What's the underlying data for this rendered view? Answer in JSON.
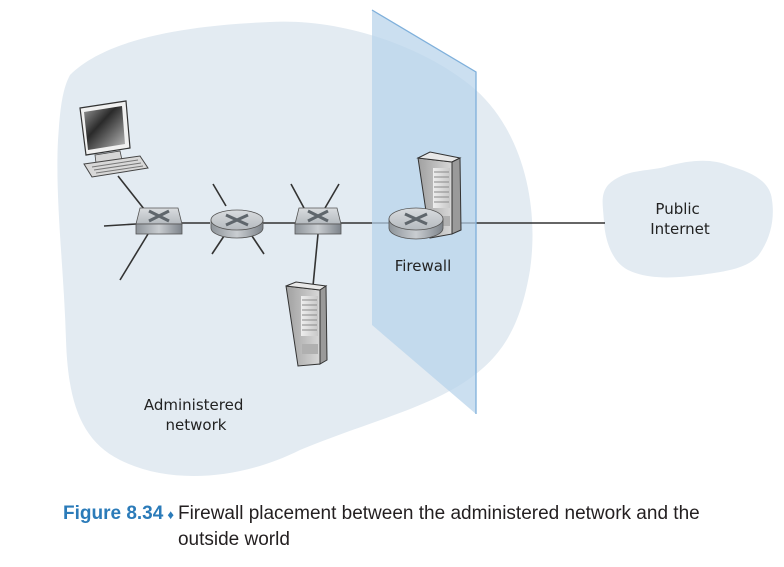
{
  "diagram": {
    "labels": {
      "administered_network": [
        "Administered",
        "network"
      ],
      "public_internet": [
        "Public",
        "Internet"
      ],
      "firewall": "Firewall"
    },
    "nodes": [
      {
        "id": "host",
        "type": "workstation"
      },
      {
        "id": "switch-1",
        "type": "switch"
      },
      {
        "id": "router-1",
        "type": "router"
      },
      {
        "id": "switch-2",
        "type": "switch"
      },
      {
        "id": "server-internal",
        "type": "server"
      },
      {
        "id": "firewall-router",
        "type": "router"
      },
      {
        "id": "firewall-server",
        "type": "server"
      },
      {
        "id": "public-internet",
        "type": "cloud"
      }
    ],
    "links": [
      [
        "host",
        "switch-1"
      ],
      [
        "switch-1",
        "router-1"
      ],
      [
        "router-1",
        "switch-2"
      ],
      [
        "switch-2",
        "server-internal"
      ],
      [
        "switch-2",
        "firewall-router"
      ],
      [
        "firewall-router",
        "public-internet"
      ]
    ],
    "colors": {
      "network_cloud": "#e3ebf2",
      "firewall_plane": "#b7d2ea",
      "firewall_edge": "#7fb0db",
      "caption_accent": "#2b7bb9"
    }
  },
  "caption": {
    "figure_number": "Figure 8.34",
    "separator": "♦",
    "text": "Firewall placement between the administered network and the outside world"
  }
}
